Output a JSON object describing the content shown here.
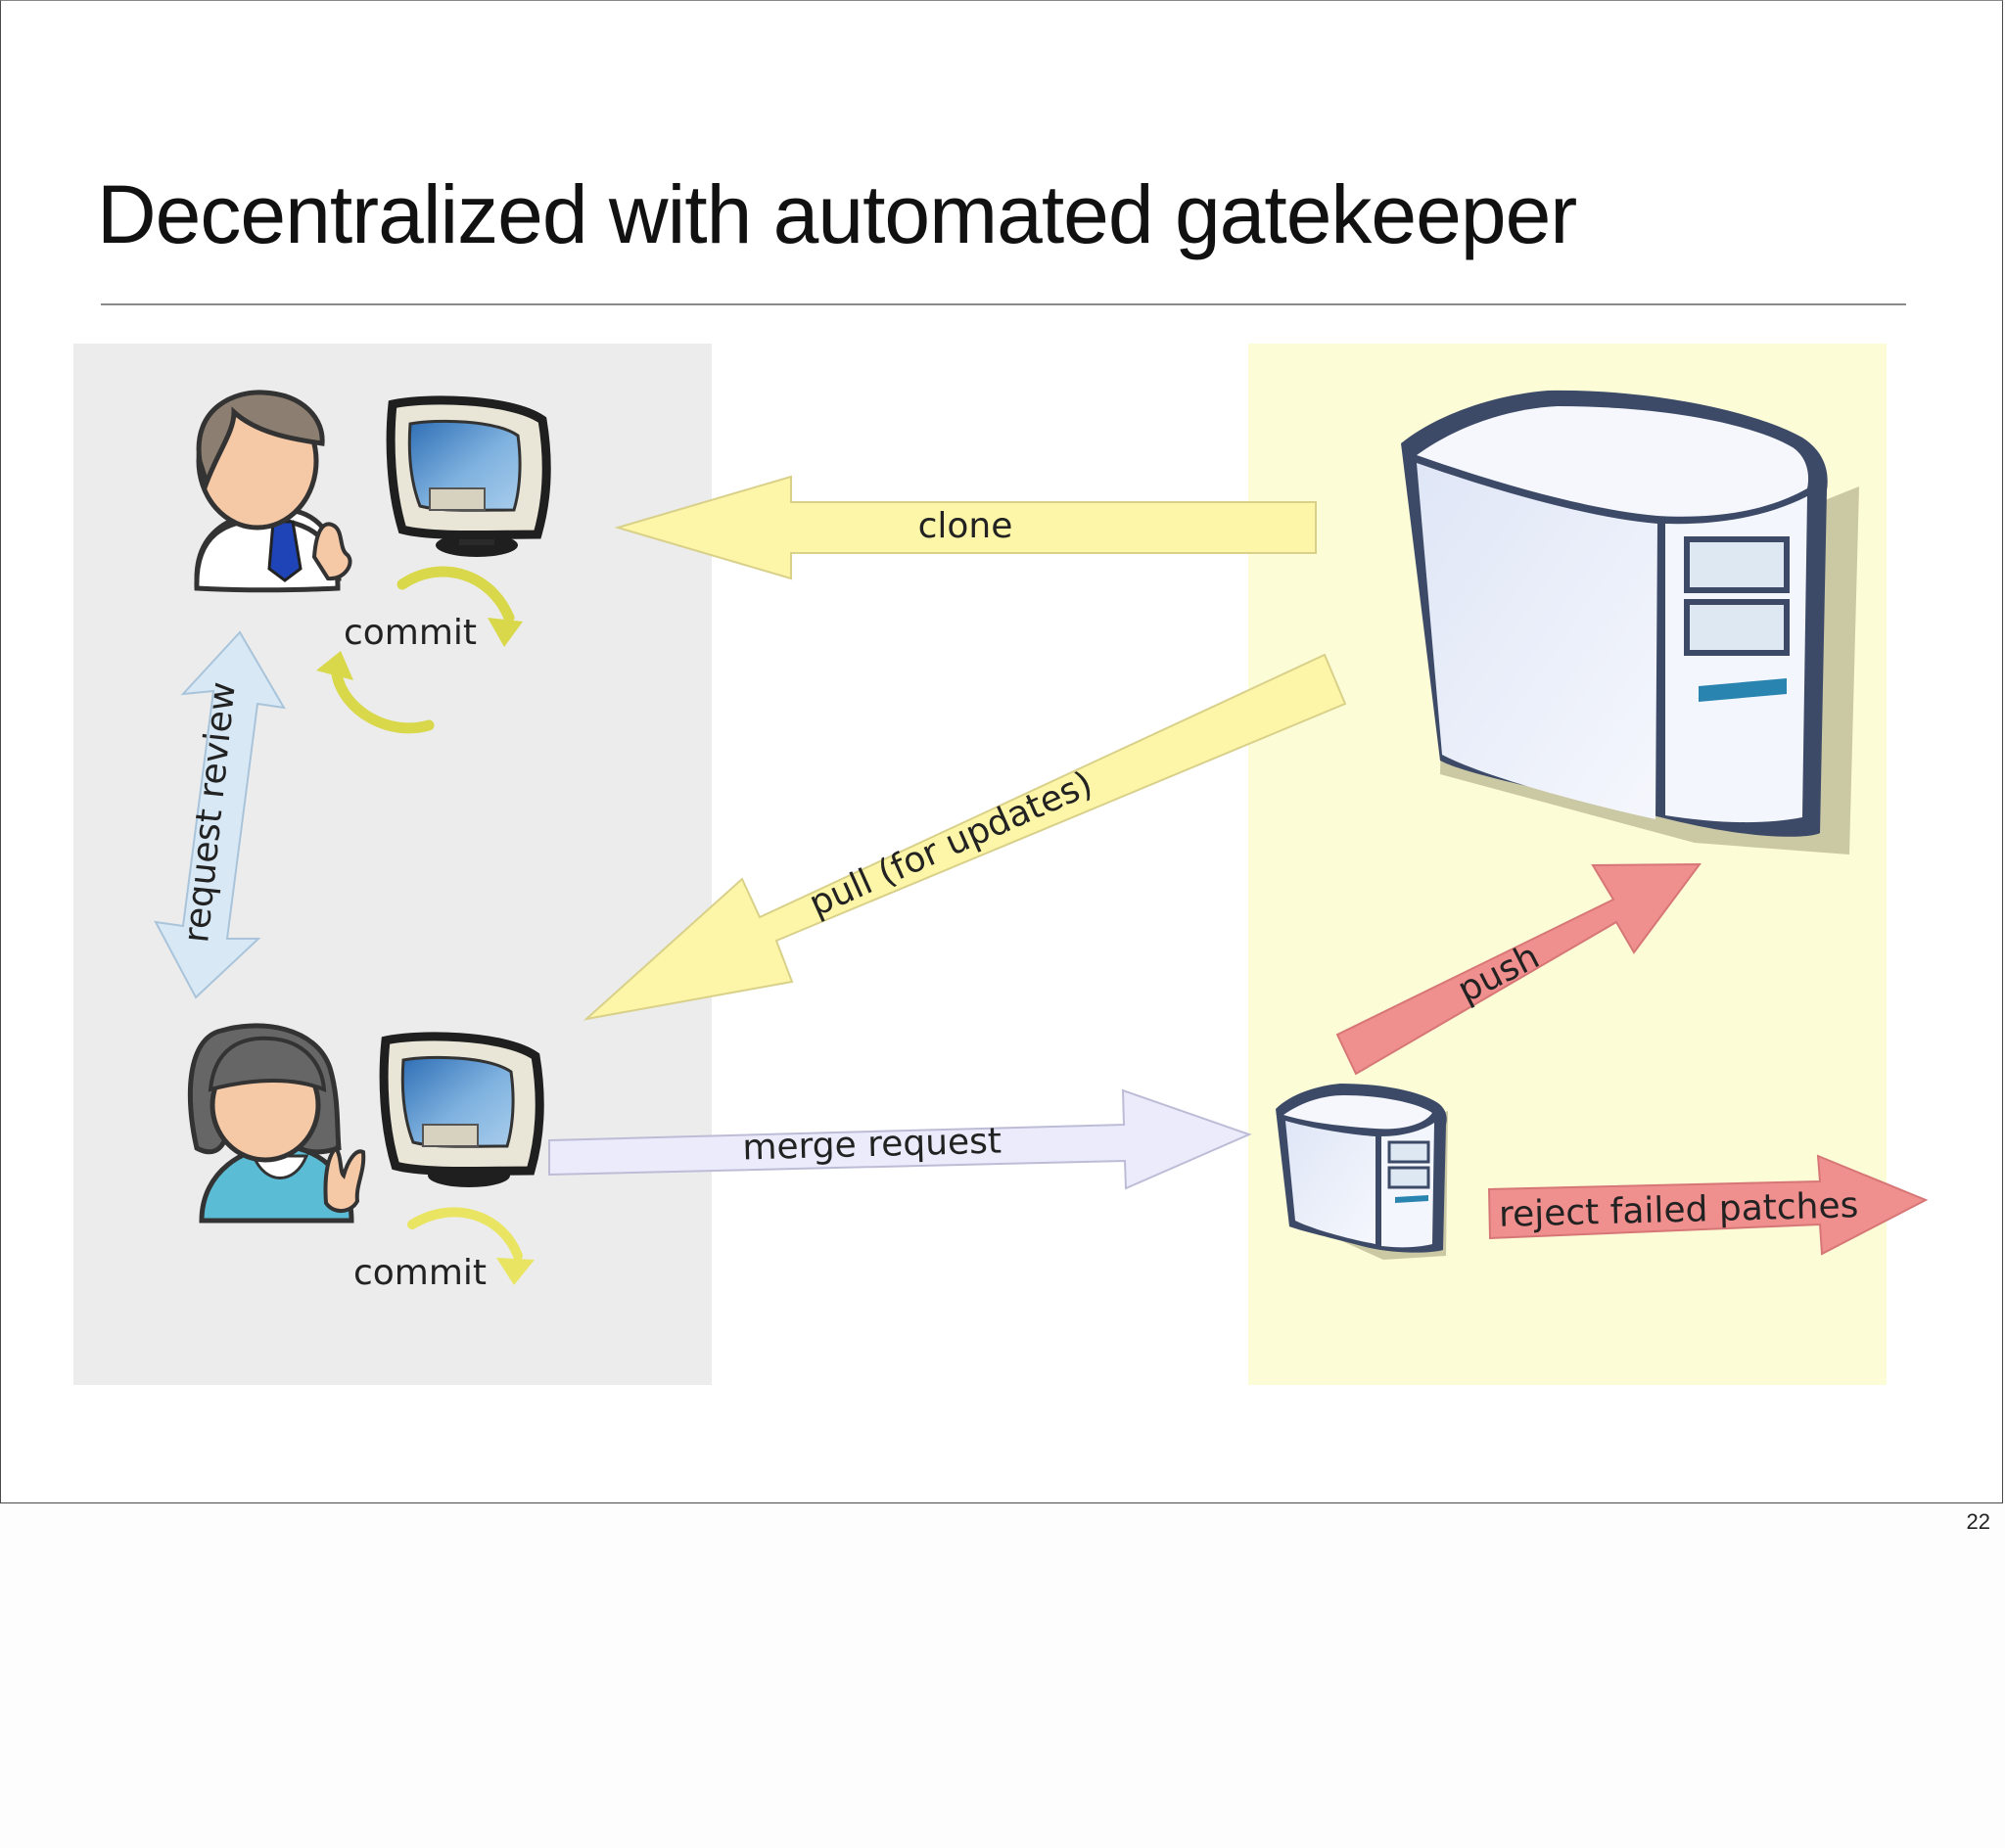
{
  "slide": {
    "title": "Decentralized with automated gatekeeper",
    "page_number": "22"
  },
  "diagram": {
    "labels": {
      "clone": "clone",
      "pull": "pull (for updates)",
      "merge_request": "merge request",
      "push": "push",
      "reject": "reject failed patches",
      "request_review": "request review",
      "commit_top": "commit",
      "commit_bottom": "commit"
    },
    "icons": [
      "developer-male-icon",
      "developer-female-icon",
      "computer-monitor-icon",
      "server-icon",
      "gatekeeper-server-icon"
    ],
    "colors": {
      "developer_panel": "#ececec",
      "server_panel": "#fcfcd7",
      "yellow_arrow": "#fdf6a8",
      "lavender_arrow": "#ecebfb",
      "red_arrow": "#ef8f8e",
      "blue_arrow": "#d8e9f5",
      "commit_arrow": "#d8d84a"
    }
  }
}
